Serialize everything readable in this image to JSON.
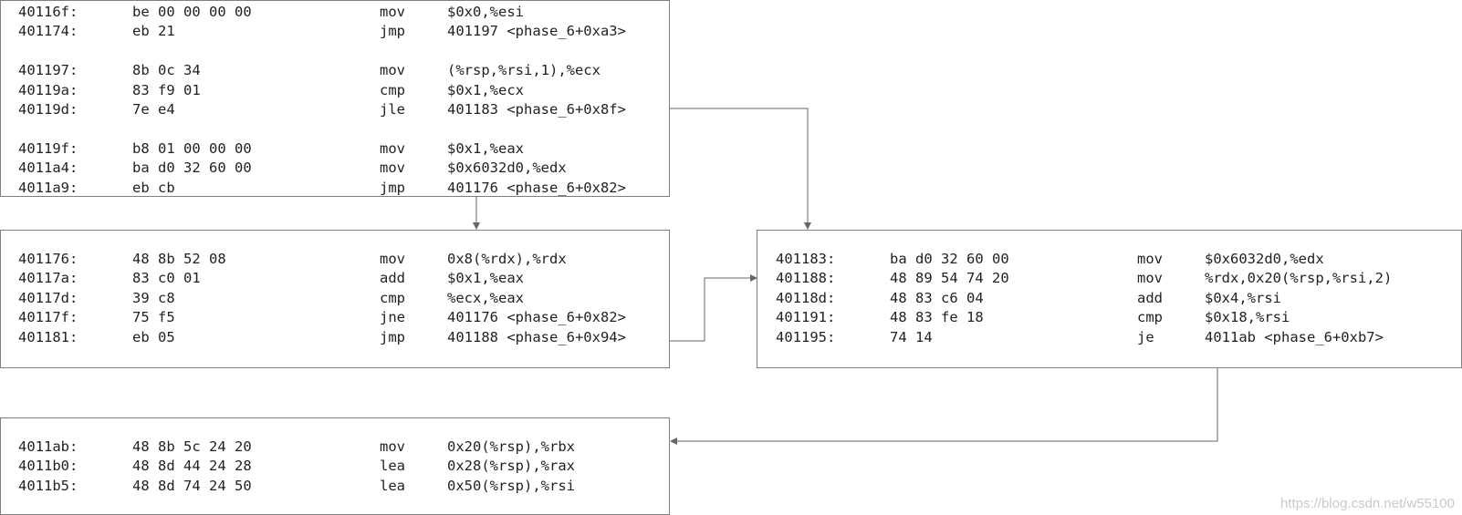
{
  "blocks": [
    {
      "id": "block-40116f",
      "lines": [
        {
          "addr": "40116f:",
          "bytes": "be 00 00 00 00",
          "mnem": "mov",
          "ops": "$0x0,%esi"
        },
        {
          "addr": "401174:",
          "bytes": "eb 21",
          "mnem": "jmp",
          "ops": "401197 <phase_6+0xa3>"
        },
        {
          "addr": "",
          "bytes": "",
          "mnem": "",
          "ops": ""
        },
        {
          "addr": "401197:",
          "bytes": "8b 0c 34",
          "mnem": "mov",
          "ops": "(%rsp,%rsi,1),%ecx"
        },
        {
          "addr": "40119a:",
          "bytes": "83 f9 01",
          "mnem": "cmp",
          "ops": "$0x1,%ecx"
        },
        {
          "addr": "40119d:",
          "bytes": "7e e4",
          "mnem": "jle",
          "ops": "401183 <phase_6+0x8f>"
        },
        {
          "addr": "",
          "bytes": "",
          "mnem": "",
          "ops": ""
        },
        {
          "addr": "40119f:",
          "bytes": "b8 01 00 00 00",
          "mnem": "mov",
          "ops": "$0x1,%eax"
        },
        {
          "addr": "4011a4:",
          "bytes": "ba d0 32 60 00",
          "mnem": "mov",
          "ops": "$0x6032d0,%edx"
        },
        {
          "addr": "4011a9:",
          "bytes": "eb cb",
          "mnem": "jmp",
          "ops": "401176 <phase_6+0x82>"
        }
      ]
    },
    {
      "id": "block-401176",
      "lines": [
        {
          "addr": "401176:",
          "bytes": "48 8b 52 08",
          "mnem": "mov",
          "ops": "0x8(%rdx),%rdx"
        },
        {
          "addr": "40117a:",
          "bytes": "83 c0 01",
          "mnem": "add",
          "ops": "$0x1,%eax"
        },
        {
          "addr": "40117d:",
          "bytes": "39 c8",
          "mnem": "cmp",
          "ops": "%ecx,%eax"
        },
        {
          "addr": "40117f:",
          "bytes": "75 f5",
          "mnem": "jne",
          "ops": "401176 <phase_6+0x82>"
        },
        {
          "addr": "401181:",
          "bytes": "eb 05",
          "mnem": "jmp",
          "ops": "401188 <phase_6+0x94>"
        }
      ]
    },
    {
      "id": "block-401183",
      "lines": [
        {
          "addr": "401183:",
          "bytes": "ba d0 32 60 00",
          "mnem": "mov",
          "ops": "$0x6032d0,%edx"
        },
        {
          "addr": "401188:",
          "bytes": "48 89 54 74 20",
          "mnem": "mov",
          "ops": "%rdx,0x20(%rsp,%rsi,2)"
        },
        {
          "addr": "40118d:",
          "bytes": "48 83 c6 04",
          "mnem": "add",
          "ops": "$0x4,%rsi"
        },
        {
          "addr": "401191:",
          "bytes": "48 83 fe 18",
          "mnem": "cmp",
          "ops": "$0x18,%rsi"
        },
        {
          "addr": "401195:",
          "bytes": "74 14",
          "mnem": "je",
          "ops": "4011ab <phase_6+0xb7>"
        }
      ]
    },
    {
      "id": "block-4011ab",
      "lines": [
        {
          "addr": "4011ab:",
          "bytes": "48 8b 5c 24 20",
          "mnem": "mov",
          "ops": "0x20(%rsp),%rbx"
        },
        {
          "addr": "4011b0:",
          "bytes": "48 8d 44 24 28",
          "mnem": "lea",
          "ops": "0x28(%rsp),%rax"
        },
        {
          "addr": "4011b5:",
          "bytes": "48 8d 74 24 50",
          "mnem": "lea",
          "ops": "0x50(%rsp),%rsi"
        }
      ]
    }
  ],
  "watermark": "https://blog.csdn.net/w55100",
  "colors": {
    "border": "#7f7f7f",
    "arrow": "#666666",
    "text": "#222222",
    "watermark": "#c9c9c9"
  }
}
